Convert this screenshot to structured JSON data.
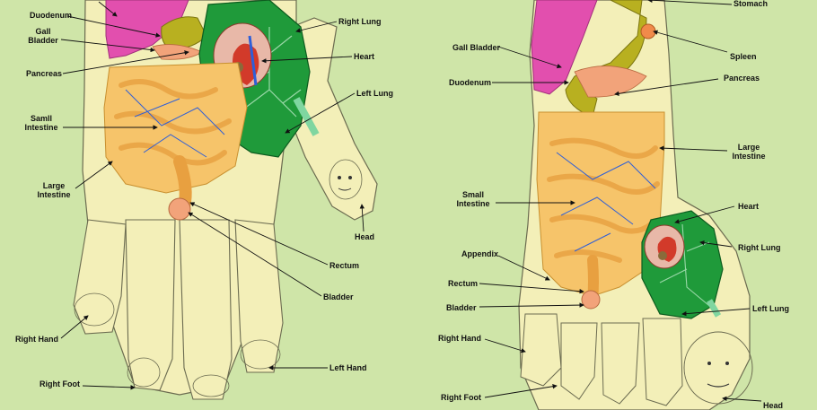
{
  "left_labels": {
    "duodenum": "Duodenum",
    "gall_bladder": "Gall\nBladder",
    "pancreas": "Pancreas",
    "small_intestine": "Samll\nIntestine",
    "large_intestine": "Large\nIntestine",
    "right_hand": "Right Hand",
    "right_foot": "Right Foot",
    "right_lung": "Right Lung",
    "heart": "Heart",
    "left_lung": "Left Lung",
    "head": "Head",
    "rectum": "Rectum",
    "bladder": "Bladder",
    "left_hand": "Left Hand"
  },
  "right_labels": {
    "stomach": "Stomach",
    "gall_bladder": "Gall Bladder",
    "spleen": "Spleen",
    "duodenum": "Duodenum",
    "pancreas": "Pancreas",
    "large_intestine": "Large\nIntestine",
    "small_intestine": "Small\nIntestine",
    "heart": "Heart",
    "appendix": "Appendix",
    "right_lung": "Right Lung",
    "rectum": "Rectum",
    "bladder": "Bladder",
    "left_lung": "Left Lung",
    "right_hand": "Right Hand",
    "right_foot": "Right Foot",
    "head": "Head"
  },
  "colors": {
    "background": "#cfe5a8",
    "skin": "#f3efb8",
    "outline": "#6b6b50",
    "stomach": "#e24fae",
    "lung": "#1f9a3a",
    "intestine": "#f6c46a",
    "duodenum": "#b8b020",
    "vessel": "#2e5fd8"
  }
}
